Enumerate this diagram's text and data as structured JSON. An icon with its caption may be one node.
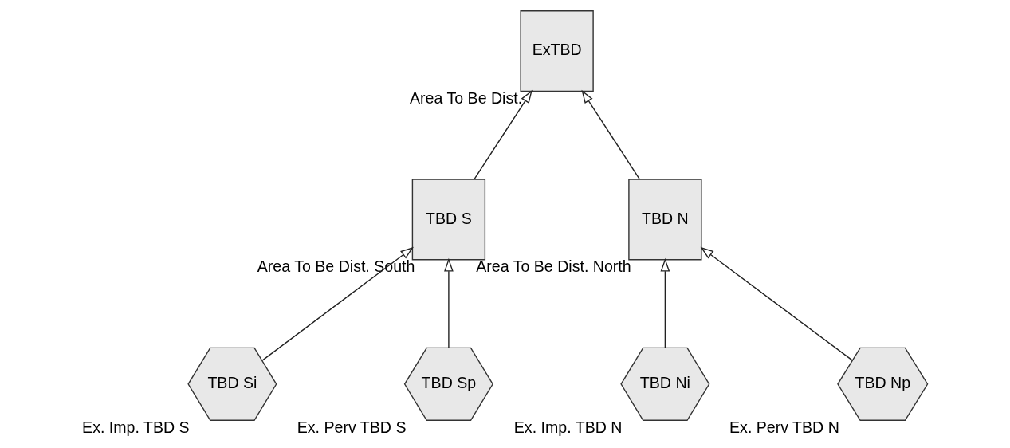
{
  "diagram": {
    "nodes": [
      {
        "text": [
          "ExTBD"
        ],
        "beside": [
          "Area To Be Dist."
        ]
      },
      {
        "text": [
          "TBD S"
        ],
        "beside": [
          "Area To Be Dist. South"
        ]
      },
      {
        "text": [
          "TBD N"
        ],
        "beside": [
          "Area To Be Dist. North"
        ]
      },
      {
        "text": [
          "TBD Si"
        ],
        "beside": [
          "Ex. Imp. TBD S"
        ]
      },
      {
        "text": [
          "TBD Sp"
        ],
        "beside": [
          "Ex. Perv TBD S"
        ]
      },
      {
        "text": [
          "TBD Ni"
        ],
        "beside": [
          "Ex. Imp. TBD N"
        ]
      },
      {
        "text": [
          "TBD Np"
        ],
        "beside": [
          "Ex. Perv TBD N"
        ]
      }
    ],
    "edges": [
      {
        "from": 1,
        "to": 0,
        "arrow": "to"
      },
      {
        "from": 2,
        "to": 0,
        "arrow": "to"
      },
      {
        "from": 3,
        "to": 1,
        "arrow": "to"
      },
      {
        "from": 4,
        "to": 1,
        "arrow": "to"
      },
      {
        "from": 5,
        "to": 2,
        "arrow": "to"
      },
      {
        "from": 6,
        "to": 2,
        "arrow": "to"
      }
    ]
  }
}
